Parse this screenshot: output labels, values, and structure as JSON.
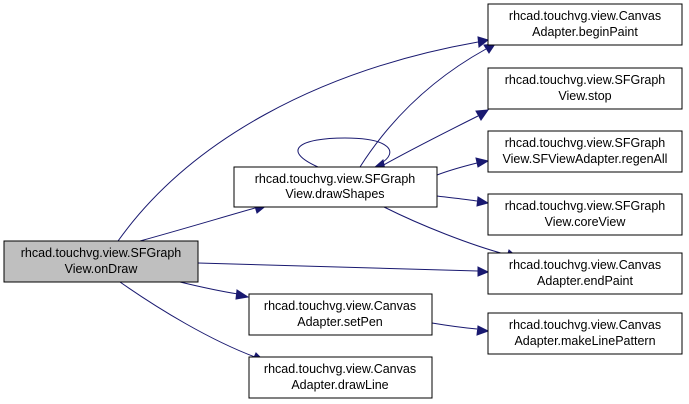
{
  "graph": {
    "edge_color": "#191970",
    "root_fill": "#bfbfbf",
    "nodes": {
      "onDraw": [
        "rhcad.touchvg.view.SFGraph",
        "View.onDraw"
      ],
      "drawShapes": [
        "rhcad.touchvg.view.SFGraph",
        "View.drawShapes"
      ],
      "setPen": [
        "rhcad.touchvg.view.Canvas",
        "Adapter.setPen"
      ],
      "drawLine": [
        "rhcad.touchvg.view.Canvas",
        "Adapter.drawLine"
      ],
      "beginPaint": [
        "rhcad.touchvg.view.Canvas",
        "Adapter.beginPaint"
      ],
      "stop": [
        "rhcad.touchvg.view.SFGraph",
        "View.stop"
      ],
      "regenAll": [
        "rhcad.touchvg.view.SFGraph",
        "View.SFViewAdapter.regenAll"
      ],
      "coreView": [
        "rhcad.touchvg.view.SFGraph",
        "View.coreView"
      ],
      "endPaint": [
        "rhcad.touchvg.view.Canvas",
        "Adapter.endPaint"
      ],
      "makeLinePattern": [
        "rhcad.touchvg.view.Canvas",
        "Adapter.makeLinePattern"
      ]
    }
  }
}
